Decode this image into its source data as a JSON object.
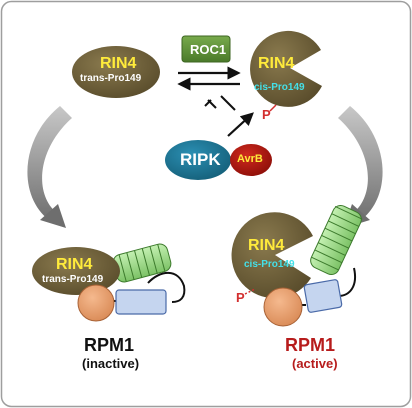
{
  "top": {
    "rin4_left": {
      "title": "RIN4",
      "subtitle": "trans-Pro149"
    },
    "roc1": {
      "label": "ROC1"
    },
    "rin4_right": {
      "title": "RIN4",
      "subtitle": "cis-Pro149",
      "phospho": "P"
    },
    "ripk": {
      "label": "RIPK"
    },
    "avrb": {
      "label": "AvrB"
    }
  },
  "bottom_left": {
    "rin4": {
      "title": "RIN4",
      "subtitle": "trans-Pro149"
    },
    "rpm1": {
      "name": "RPM1",
      "state": "(inactive)"
    }
  },
  "bottom_right": {
    "rin4": {
      "title": "RIN4",
      "subtitle": "cis-Pro149",
      "phospho": "P"
    },
    "rpm1": {
      "name": "RPM1",
      "state": "(active)"
    }
  },
  "colors": {
    "rin4": "#6b5d3a",
    "roc1": "#5e8f3a",
    "ripk": "#1f7a99",
    "avrb": "#b3160f",
    "coil": "#9ddc8a",
    "cc_domain": "#e8a070",
    "nb_domain": "#c5d5ef",
    "rpm1_active_text": "#b71c1c"
  }
}
